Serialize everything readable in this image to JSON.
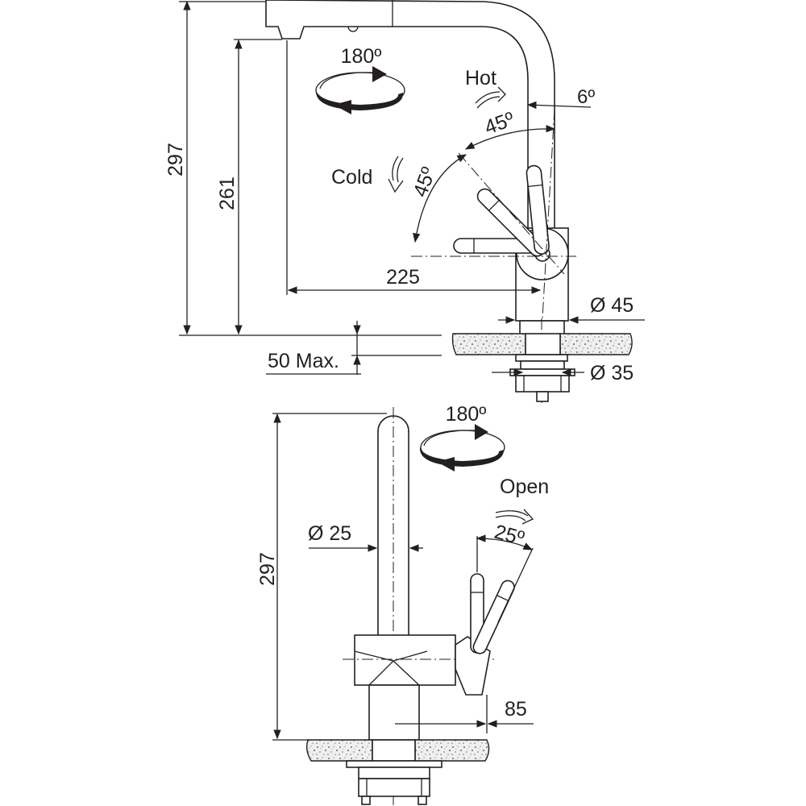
{
  "top_view": {
    "rotation_label": "180º",
    "hot_label": "Hot",
    "cold_label": "Cold",
    "angle_hot_label": "45º",
    "angle_cold_label": "45º",
    "tilt_label": "6º",
    "height_total_label": "297",
    "height_spout_label": "261",
    "reach_label": "225",
    "base_diameter_label": "Ø 45",
    "hole_diameter_label": "Ø 35",
    "thickness_label": "50 Max."
  },
  "side_view": {
    "rotation_label": "180º",
    "open_label": "Open",
    "angle_open_label": "25º",
    "spout_diameter_label": "Ø 25",
    "height_total_label": "297",
    "lever_offset_label": "85"
  },
  "colors": {
    "line": "#231f20",
    "background": "#ffffff",
    "granite": "#d9d9d9"
  }
}
